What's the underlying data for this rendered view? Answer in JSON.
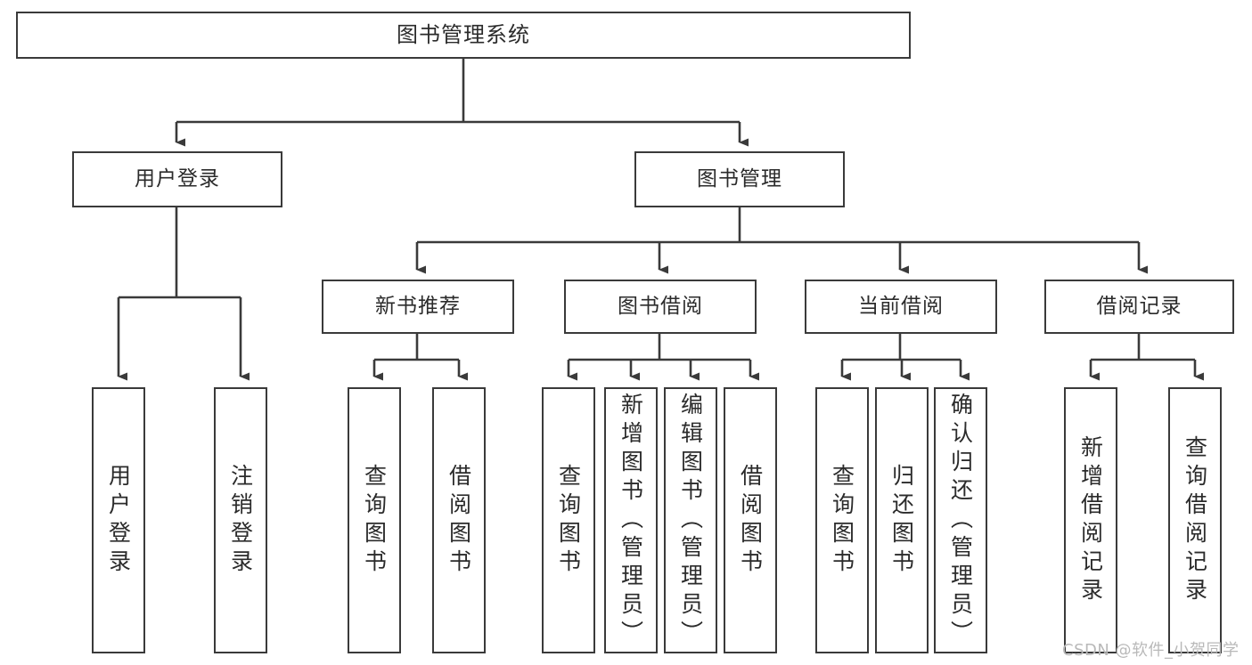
{
  "diagram": {
    "title": "图书管理系统",
    "type": "tree-hierarchy",
    "watermark": "CSDN @软件_小贺同学",
    "colors": {
      "background": "#ffffff",
      "border": "#3a3a3a",
      "text": "#2b2b2b",
      "watermark": "#b9b9b9"
    },
    "nodes": {
      "root": {
        "label": "图书管理系统"
      },
      "level2": [
        {
          "id": "user-login",
          "label": "用户登录"
        },
        {
          "id": "book-manage",
          "label": "图书管理"
        }
      ],
      "level3": [
        {
          "id": "new-book-recommend",
          "label": "新书推荐"
        },
        {
          "id": "book-borrow",
          "label": "图书借阅"
        },
        {
          "id": "current-borrow",
          "label": "当前借阅"
        },
        {
          "id": "borrow-record",
          "label": "借阅记录"
        }
      ],
      "leaves": {
        "user_login": [
          {
            "id": "leaf-user-login",
            "label": "用户登录"
          },
          {
            "id": "leaf-logout",
            "label": "注销登录"
          }
        ],
        "new_book_recommend": [
          {
            "id": "leaf-query-book-1",
            "label": "查询图书"
          },
          {
            "id": "leaf-borrow-book-1",
            "label": "借阅图书"
          }
        ],
        "book_borrow": [
          {
            "id": "leaf-query-book-2",
            "label": "查询图书"
          },
          {
            "id": "leaf-add-book",
            "label": "新增图书（管理员）"
          },
          {
            "id": "leaf-edit-book",
            "label": "编辑图书（管理员）"
          },
          {
            "id": "leaf-borrow-book-2",
            "label": "借阅图书"
          }
        ],
        "current_borrow": [
          {
            "id": "leaf-query-book-3",
            "label": "查询图书"
          },
          {
            "id": "leaf-return-book",
            "label": "归还图书"
          },
          {
            "id": "leaf-confirm-return",
            "label": "确认归还（管理员）"
          }
        ],
        "borrow_record": [
          {
            "id": "leaf-add-record",
            "label": "新增借阅记录"
          },
          {
            "id": "leaf-query-record",
            "label": "查询借阅记录"
          }
        ]
      }
    }
  }
}
